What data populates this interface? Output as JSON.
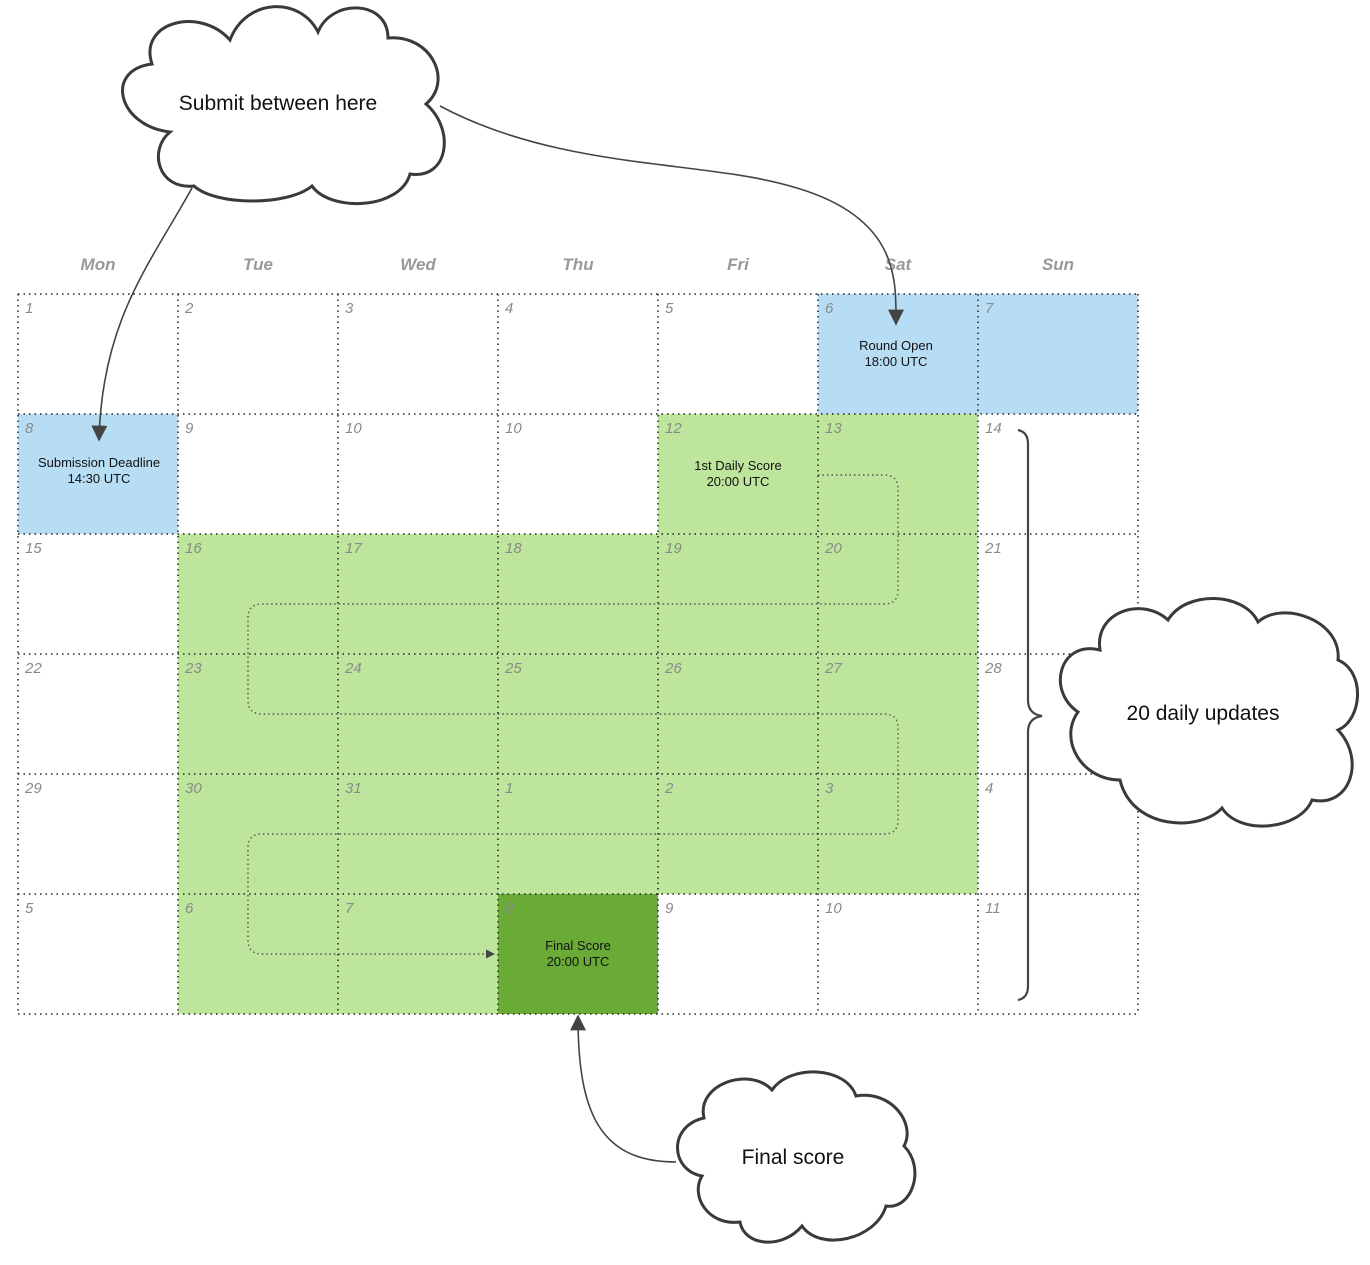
{
  "weekdays": [
    "Mon",
    "Tue",
    "Wed",
    "Thu",
    "Fri",
    "Sat",
    "Sun"
  ],
  "weeks": [
    [
      "1",
      "2",
      "3",
      "4",
      "5",
      "6",
      "7"
    ],
    [
      "8",
      "9",
      "10",
      "10",
      "12",
      "13",
      "14"
    ],
    [
      "15",
      "16",
      "17",
      "18",
      "19",
      "20",
      "21"
    ],
    [
      "22",
      "23",
      "24",
      "25",
      "26",
      "27",
      "28"
    ],
    [
      "29",
      "30",
      "31",
      "1",
      "2",
      "3",
      "4"
    ],
    [
      "5",
      "6",
      "7",
      "8",
      "9",
      "10",
      "11"
    ]
  ],
  "cell_fills": [
    [
      "none",
      "none",
      "none",
      "none",
      "none",
      "open",
      "open"
    ],
    [
      "open",
      "none",
      "none",
      "none",
      "scoring",
      "scoring",
      "none"
    ],
    [
      "none",
      "scoring",
      "scoring",
      "scoring",
      "scoring",
      "scoring",
      "none"
    ],
    [
      "none",
      "scoring",
      "scoring",
      "scoring",
      "scoring",
      "scoring",
      "none"
    ],
    [
      "none",
      "scoring",
      "scoring",
      "scoring",
      "scoring",
      "scoring",
      "none"
    ],
    [
      "none",
      "scoring",
      "scoring",
      "final",
      "none",
      "none",
      "none"
    ]
  ],
  "colors": {
    "open": "#b7ddf4",
    "scoring": "#bde59c",
    "final": "#6aab38"
  },
  "events": {
    "round_open": [
      "Round Open",
      "18:00 UTC"
    ],
    "submission_deadline": [
      "Submission Deadline",
      "14:30 UTC"
    ],
    "first_daily_score": [
      "1st Daily Score",
      "20:00 UTC"
    ],
    "final_score": [
      "Final Score",
      "20:00 UTC"
    ]
  },
  "callouts": {
    "submit": "Submit between here",
    "daily_updates": "20 daily updates",
    "final": "Final score"
  }
}
